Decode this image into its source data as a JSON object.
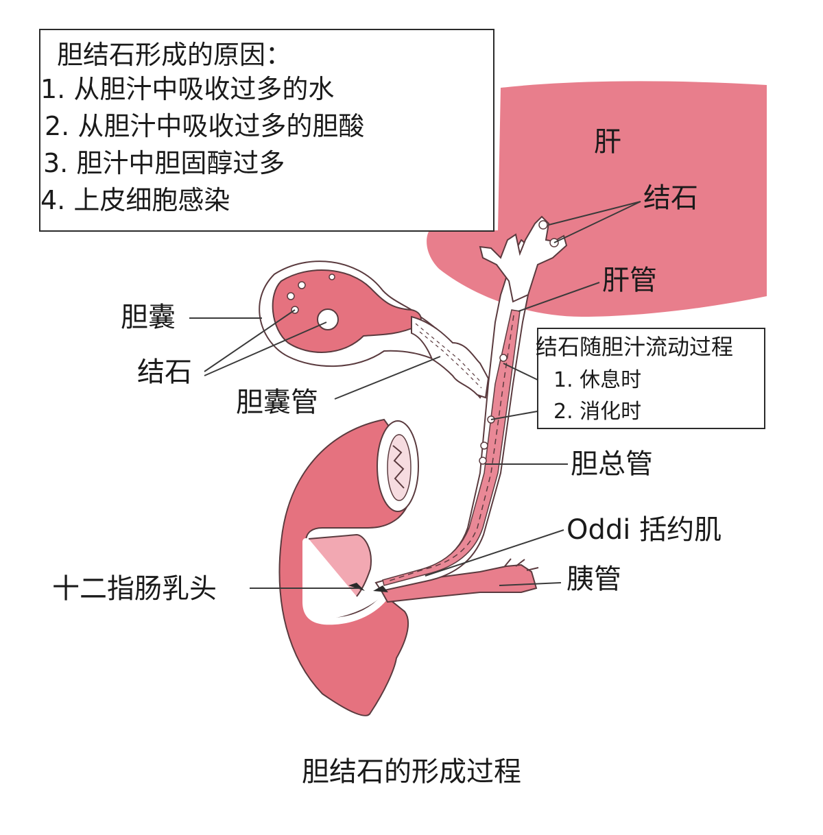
{
  "causes": {
    "title": "胆结石形成的原因：",
    "items": [
      "1. 从胆汁中吸收过多的水",
      "2. 从胆汁中吸收过多的胆酸",
      "3. 胆汁中胆固醇过多",
      "4. 上皮细胞感染"
    ]
  },
  "flow": {
    "title": "结石随胆汁流动过程",
    "items": [
      "1. 休息时",
      "2. 消化时"
    ]
  },
  "labels": {
    "liver": "肝",
    "liver_stones": "结石",
    "hepatic_duct": "肝管",
    "gallbladder": "胆囊",
    "gallbladder_stones": "结石",
    "cystic_duct": "胆囊管",
    "common_bile_duct": "胆总管",
    "oddi_sphincter": "Oddi 括约肌",
    "pancreatic_duct": "胰管",
    "duodenal_papilla": "十二指肠乳头"
  },
  "caption": "胆结石的形成过程",
  "colors": {
    "tissue": "#e5727f",
    "tissue_light": "#ee9aa5",
    "lining": "#f6dce0",
    "outline": "#4a3034"
  }
}
